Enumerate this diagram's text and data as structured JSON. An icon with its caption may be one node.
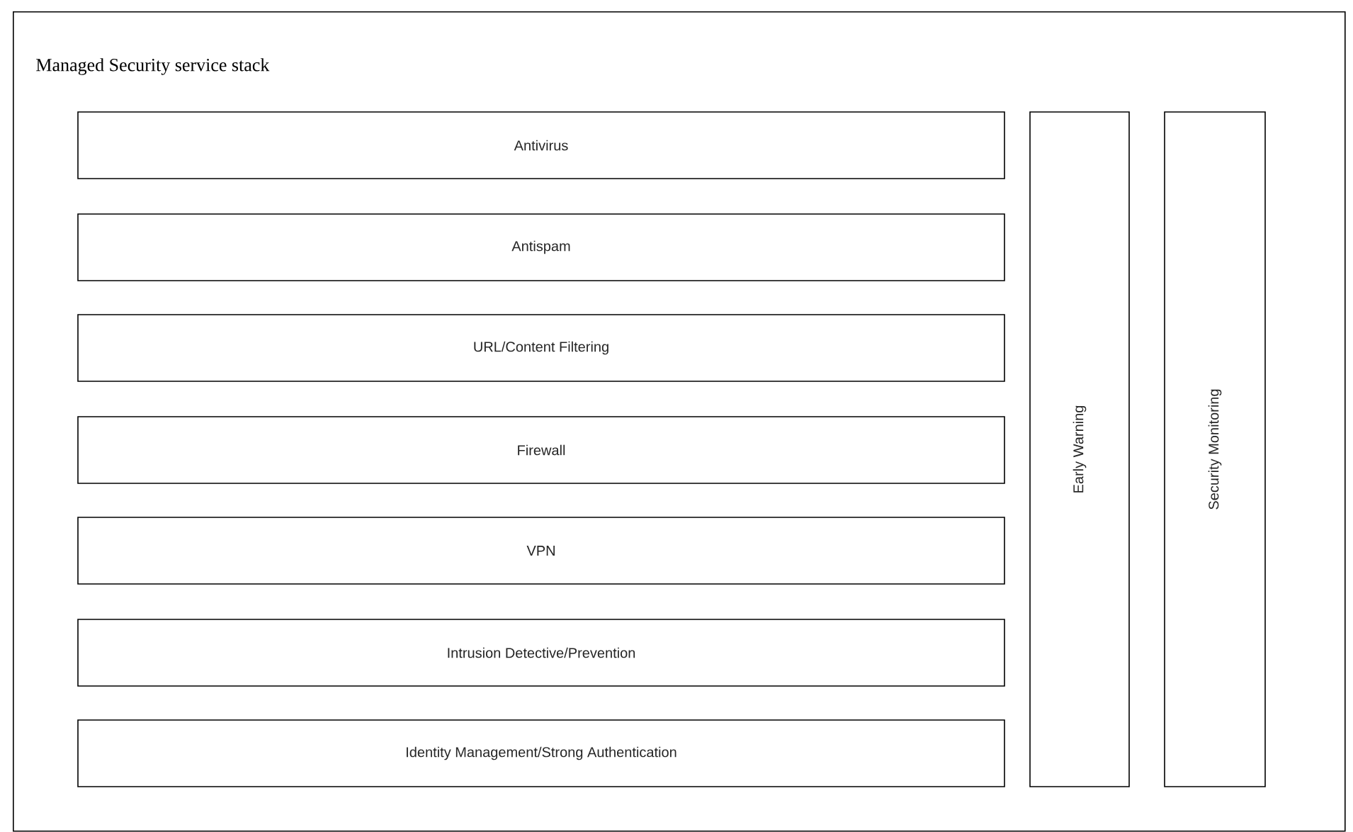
{
  "diagram": {
    "nodes": [
      {
        "text": [
          "Managed Security service stack"
        ]
      },
      {
        "text": [
          "Antivirus"
        ],
        "in": 0
      },
      {
        "text": [
          "Antispam"
        ],
        "in": 0
      },
      {
        "text": [
          "URL/Content Filtering"
        ],
        "in": 0
      },
      {
        "text": [
          "Firewall"
        ],
        "in": 0
      },
      {
        "text": [
          "VPN"
        ],
        "in": 0
      },
      {
        "text": [
          "Intrusion Detective/Prevention"
        ],
        "in": 0
      },
      {
        "text": [
          "Identity Management/Strong Authentication"
        ],
        "in": 0
      },
      {
        "text": [
          "Early Warning"
        ],
        "in": 0
      },
      {
        "text": [
          "Security Monitoring"
        ],
        "in": 0
      }
    ]
  }
}
